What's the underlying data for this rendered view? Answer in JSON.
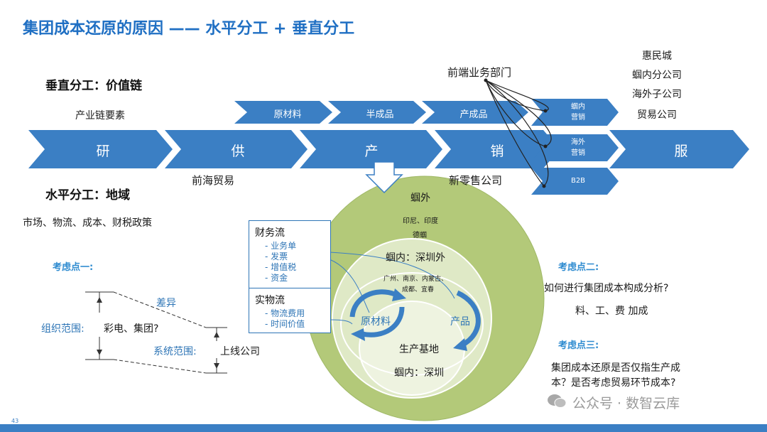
{
  "title": "集团成本还原的原因 —— 水平分工 + 垂直分工",
  "vertical_label": "垂直分工：价值链",
  "industry_chain": "产业链要素",
  "main_chain": [
    "研",
    "供",
    "产",
    "销",
    "服"
  ],
  "materials_chain": [
    "原材料",
    "半成品",
    "产成品"
  ],
  "sales_channels": [
    {
      "label1": "蝈内",
      "label2": "营销"
    },
    {
      "label1": "海外",
      "label2": "营销"
    },
    {
      "label1": "B2B",
      "label2": ""
    }
  ],
  "front_dept": "前端业务部门",
  "service_list": [
    "惠民城",
    "蝈内分公司",
    "海外子公司",
    "贸易公司"
  ],
  "entity_qianhai": "前海贸易",
  "entity_retail": "新零售公司",
  "horizontal_label": "水平分工：地域",
  "market_policy": "市场、物流、成本、财税政策",
  "circles": {
    "outer_title": "蝈外",
    "outer_sub1": "印尼、印度",
    "outer_sub2": "德蝈",
    "middle_title": "蝈内：深圳外",
    "middle_sub1": "广州、南京、内蒙古、",
    "middle_sub2": "成都、宜春",
    "inner_title": "生产基地",
    "inner_sub": "蝈内：深圳",
    "raw": "原材料",
    "product": "产品"
  },
  "finance_flow": {
    "title": "财务流",
    "items": [
      "- 业务单",
      "- 发票",
      "- 增值税",
      "- 资金"
    ]
  },
  "physical_flow": {
    "title": "实物流",
    "items": [
      "- 物流费用",
      "- 时间价值"
    ]
  },
  "point1": {
    "head": "考虑点一:",
    "diff": "差异",
    "org_label": "组织范围:",
    "org_value": "彩电、集团?",
    "sys_label": "系统范围:",
    "sys_value": "上线公司"
  },
  "point2": {
    "head": "考虑点二:",
    "question": "如何进行集团成本构成分析?",
    "answer": "料、工、费 加成"
  },
  "point3": {
    "head": "考虑点三:",
    "line1": "集团成本还原是否仅指生产成",
    "line2": "本？是否考虑贸易环节成本?"
  },
  "watermark": "公众号 · 数智云库",
  "page_number": "43",
  "colors": {
    "title": "#1f6fc3",
    "chevron": "#3b7fc4",
    "accent_blue": "#2e8bd0",
    "circle_outer": "#a9c26b",
    "circle_inner": "#e8f0d8"
  }
}
